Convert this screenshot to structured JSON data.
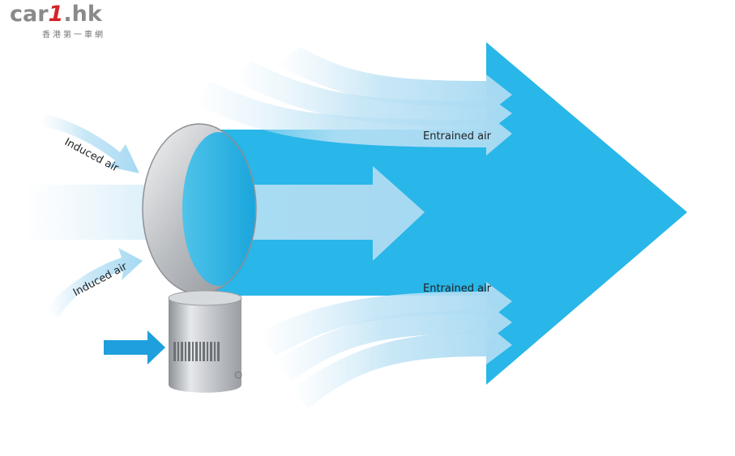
{
  "logo": {
    "brand_main": "car",
    "brand_accent": "1",
    "brand_tail": ".hk",
    "subtitle": "香港第一車網",
    "accent_color": "#d4242b"
  },
  "labels": {
    "induced_top": "Induced air",
    "induced_bottom": "Induced air",
    "entrained_top": "Entrained air",
    "entrained_bottom": "Entrained air"
  },
  "colors": {
    "airflow_main": "#29b6e8",
    "airflow_light": "#a8dbf3",
    "intake_arrow": "#1f9fdd",
    "fan_metal": "#b8bcc0"
  }
}
